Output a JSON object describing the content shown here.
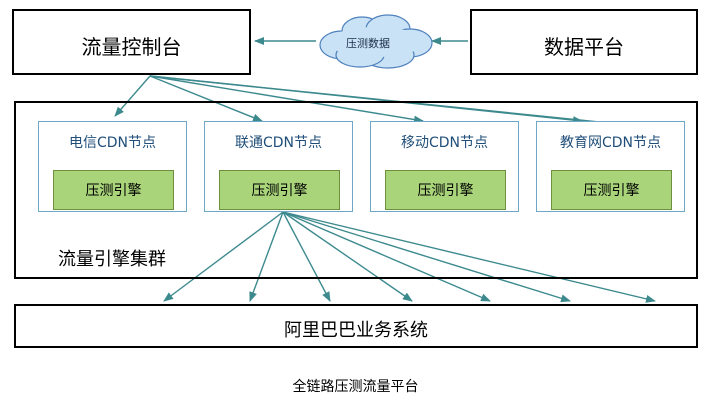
{
  "control_console": {
    "label": "流量控制台"
  },
  "data_platform": {
    "label": "数据平台"
  },
  "cloud": {
    "label": "压测数据"
  },
  "cluster": {
    "label": "流量引擎集群",
    "nodes": [
      {
        "title": "电信CDN节点",
        "engine": "压测引擎"
      },
      {
        "title": "联通CDN节点",
        "engine": "压测引擎"
      },
      {
        "title": "移动CDN节点",
        "engine": "压测引擎"
      },
      {
        "title": "教育网CDN节点",
        "engine": "压测引擎"
      }
    ]
  },
  "business_system": {
    "label": "阿里巴巴业务系统"
  },
  "caption": "全链路压测流量平台",
  "colors": {
    "arrow": "#3d8a8e",
    "node_border": "#6fa7c6",
    "engine_fill": "#a9d47a",
    "cloud_fill": "#c9e2f5"
  }
}
